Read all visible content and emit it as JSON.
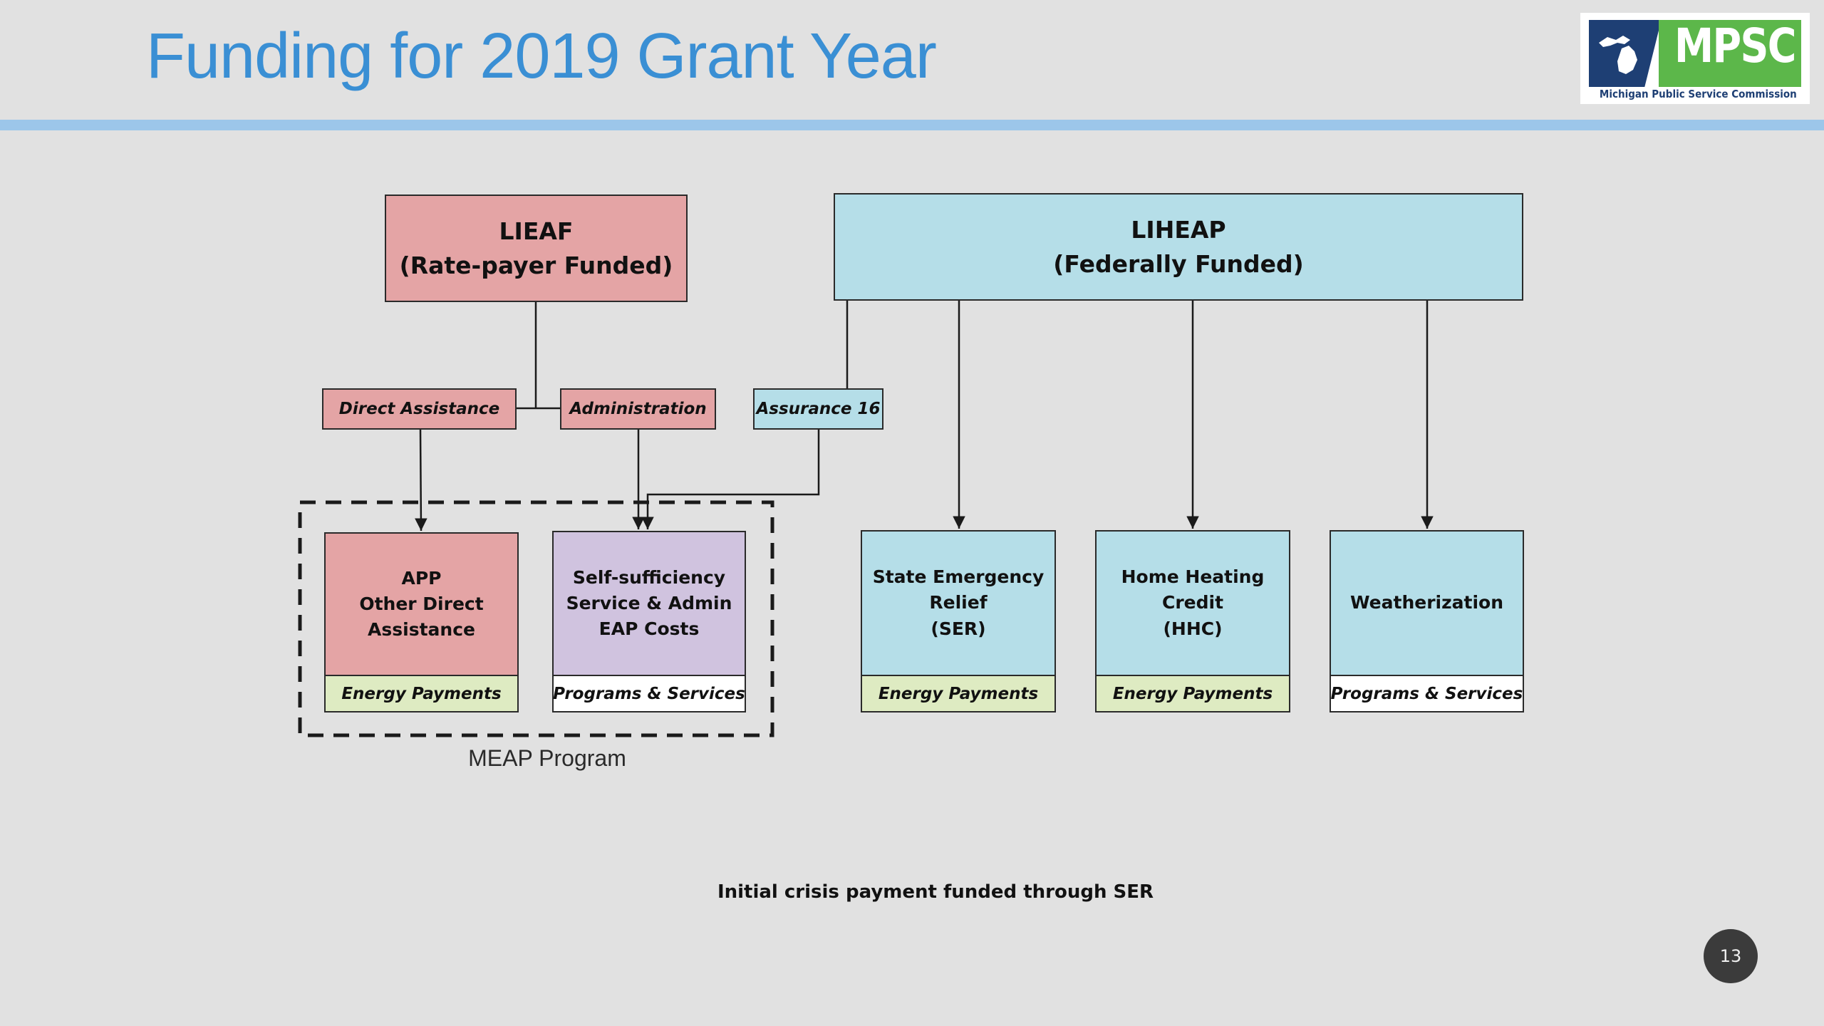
{
  "slide": {
    "title": "Funding for 2019 Grant Year",
    "page_number": "13",
    "footnote": "Initial crisis payment funded through SER",
    "meap_caption": "MEAP Program"
  },
  "logo": {
    "letters": "MPSC",
    "subtitle": "Michigan Public Service Commission"
  },
  "funding_sources": {
    "lieaf": "LIEAF\n(Rate-payer Funded)",
    "liheap": "LIHEAP\n(Federally Funded)"
  },
  "allocations": {
    "direct_assistance": "Direct Assistance",
    "administration": "Administration",
    "assurance_16": "Assurance 16"
  },
  "programs": [
    {
      "name": "APP\nOther Direct\nAssistance",
      "category": "Energy Payments"
    },
    {
      "name": "Self-sufficiency\nService & Admin\nEAP Costs",
      "category": "Programs & Services"
    },
    {
      "name": "State Emergency\nRelief\n(SER)",
      "category": "Energy Payments"
    },
    {
      "name": "Home Heating\nCredit\n(HHC)",
      "category": "Energy Payments"
    },
    {
      "name": "Weatherization",
      "category": "Programs & Services"
    }
  ],
  "colors": {
    "title": "#3a8fd4",
    "state_funded": "#e4a4a5",
    "federal_funded": "#b5dee8",
    "admin_program": "#d0c3df",
    "energy_payments": "#deebc2"
  }
}
